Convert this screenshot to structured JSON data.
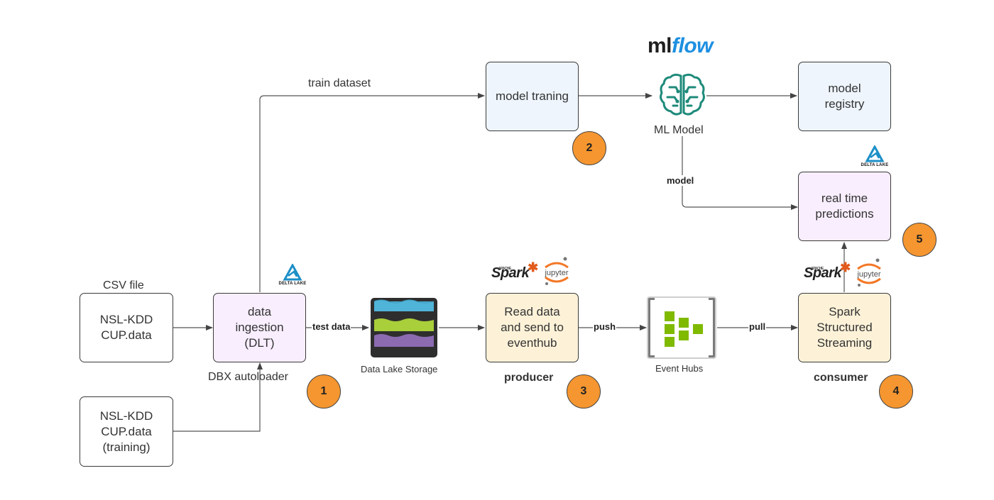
{
  "diagram": {
    "nodes": {
      "csv_source": {
        "label": "NSL-KDD\nCUP.data",
        "caption": "CSV file"
      },
      "training_source": {
        "label": "NSL-KDD\nCUP.data\n(training)"
      },
      "ingestion": {
        "label": "data\ningestion\n(DLT)",
        "caption": "DBX autoloader",
        "badge": "1"
      },
      "storage": {
        "caption": "Data Lake Storage"
      },
      "training": {
        "label": "model traning",
        "badge": "2"
      },
      "ml_model": {
        "caption": "ML Model"
      },
      "registry": {
        "label": "model\nregistry"
      },
      "producer": {
        "label": "Read data\nand send to\neventhub",
        "caption": "producer",
        "badge": "3"
      },
      "event_hubs": {
        "caption": "Event Hubs"
      },
      "consumer": {
        "label": "Spark\nStructured\nStreaming",
        "caption": "consumer",
        "badge": "4"
      },
      "predictions": {
        "label": "real time\npredictions",
        "badge": "5"
      }
    },
    "edge_labels": {
      "train_dataset": "train dataset",
      "test_data": "test data",
      "push": "push",
      "pull": "pull",
      "model": "model"
    },
    "logos": {
      "mlflow_ml": "ml",
      "mlflow_flow": "flow",
      "spark": "Spark",
      "apache": "APACHE",
      "jupyter": "jupyter",
      "delta_lake": "DELTA LAKE"
    },
    "icons": [
      "delta-lake-icon",
      "mlflow-logo",
      "ml-brain-icon",
      "data-lake-storage-icon",
      "spark-logo",
      "jupyter-logo",
      "event-hubs-icon"
    ],
    "colors": {
      "badge": "#f59630",
      "blue_box": "#eef5fd",
      "purple_box": "#f8eefe",
      "yellow_box": "#fdf2d8",
      "ml_icon": "#1e8a7a",
      "event_hubs": "#7fba00",
      "storage_water": "#50b4d8",
      "storage_green": "#a9cf3a",
      "storage_purple": "#8c6bb1"
    }
  }
}
